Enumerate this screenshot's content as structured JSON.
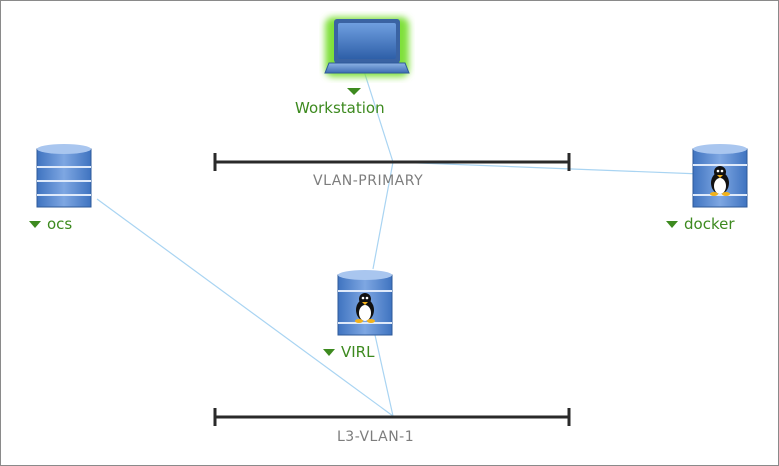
{
  "nodes": {
    "workstation": {
      "label": "Workstation",
      "icon": "laptop-icon"
    },
    "ocs": {
      "label": "ocs",
      "icon": "server-icon"
    },
    "docker": {
      "label": "docker",
      "icon": "linux-server-icon"
    },
    "virl": {
      "label": "VIRL",
      "icon": "linux-server-icon"
    }
  },
  "networks": {
    "vlan_primary": {
      "label": "VLAN-PRIMARY"
    },
    "l3_vlan_1": {
      "label": "L3-VLAN-1"
    }
  },
  "colors": {
    "node_label": "#3d8a1f",
    "network_label": "#7d7d7d",
    "link": "#a9d4f2",
    "network_bar": "#2a2a2a",
    "selection_glow": "#7fe03a",
    "server_blue": "#5a8fd0"
  }
}
